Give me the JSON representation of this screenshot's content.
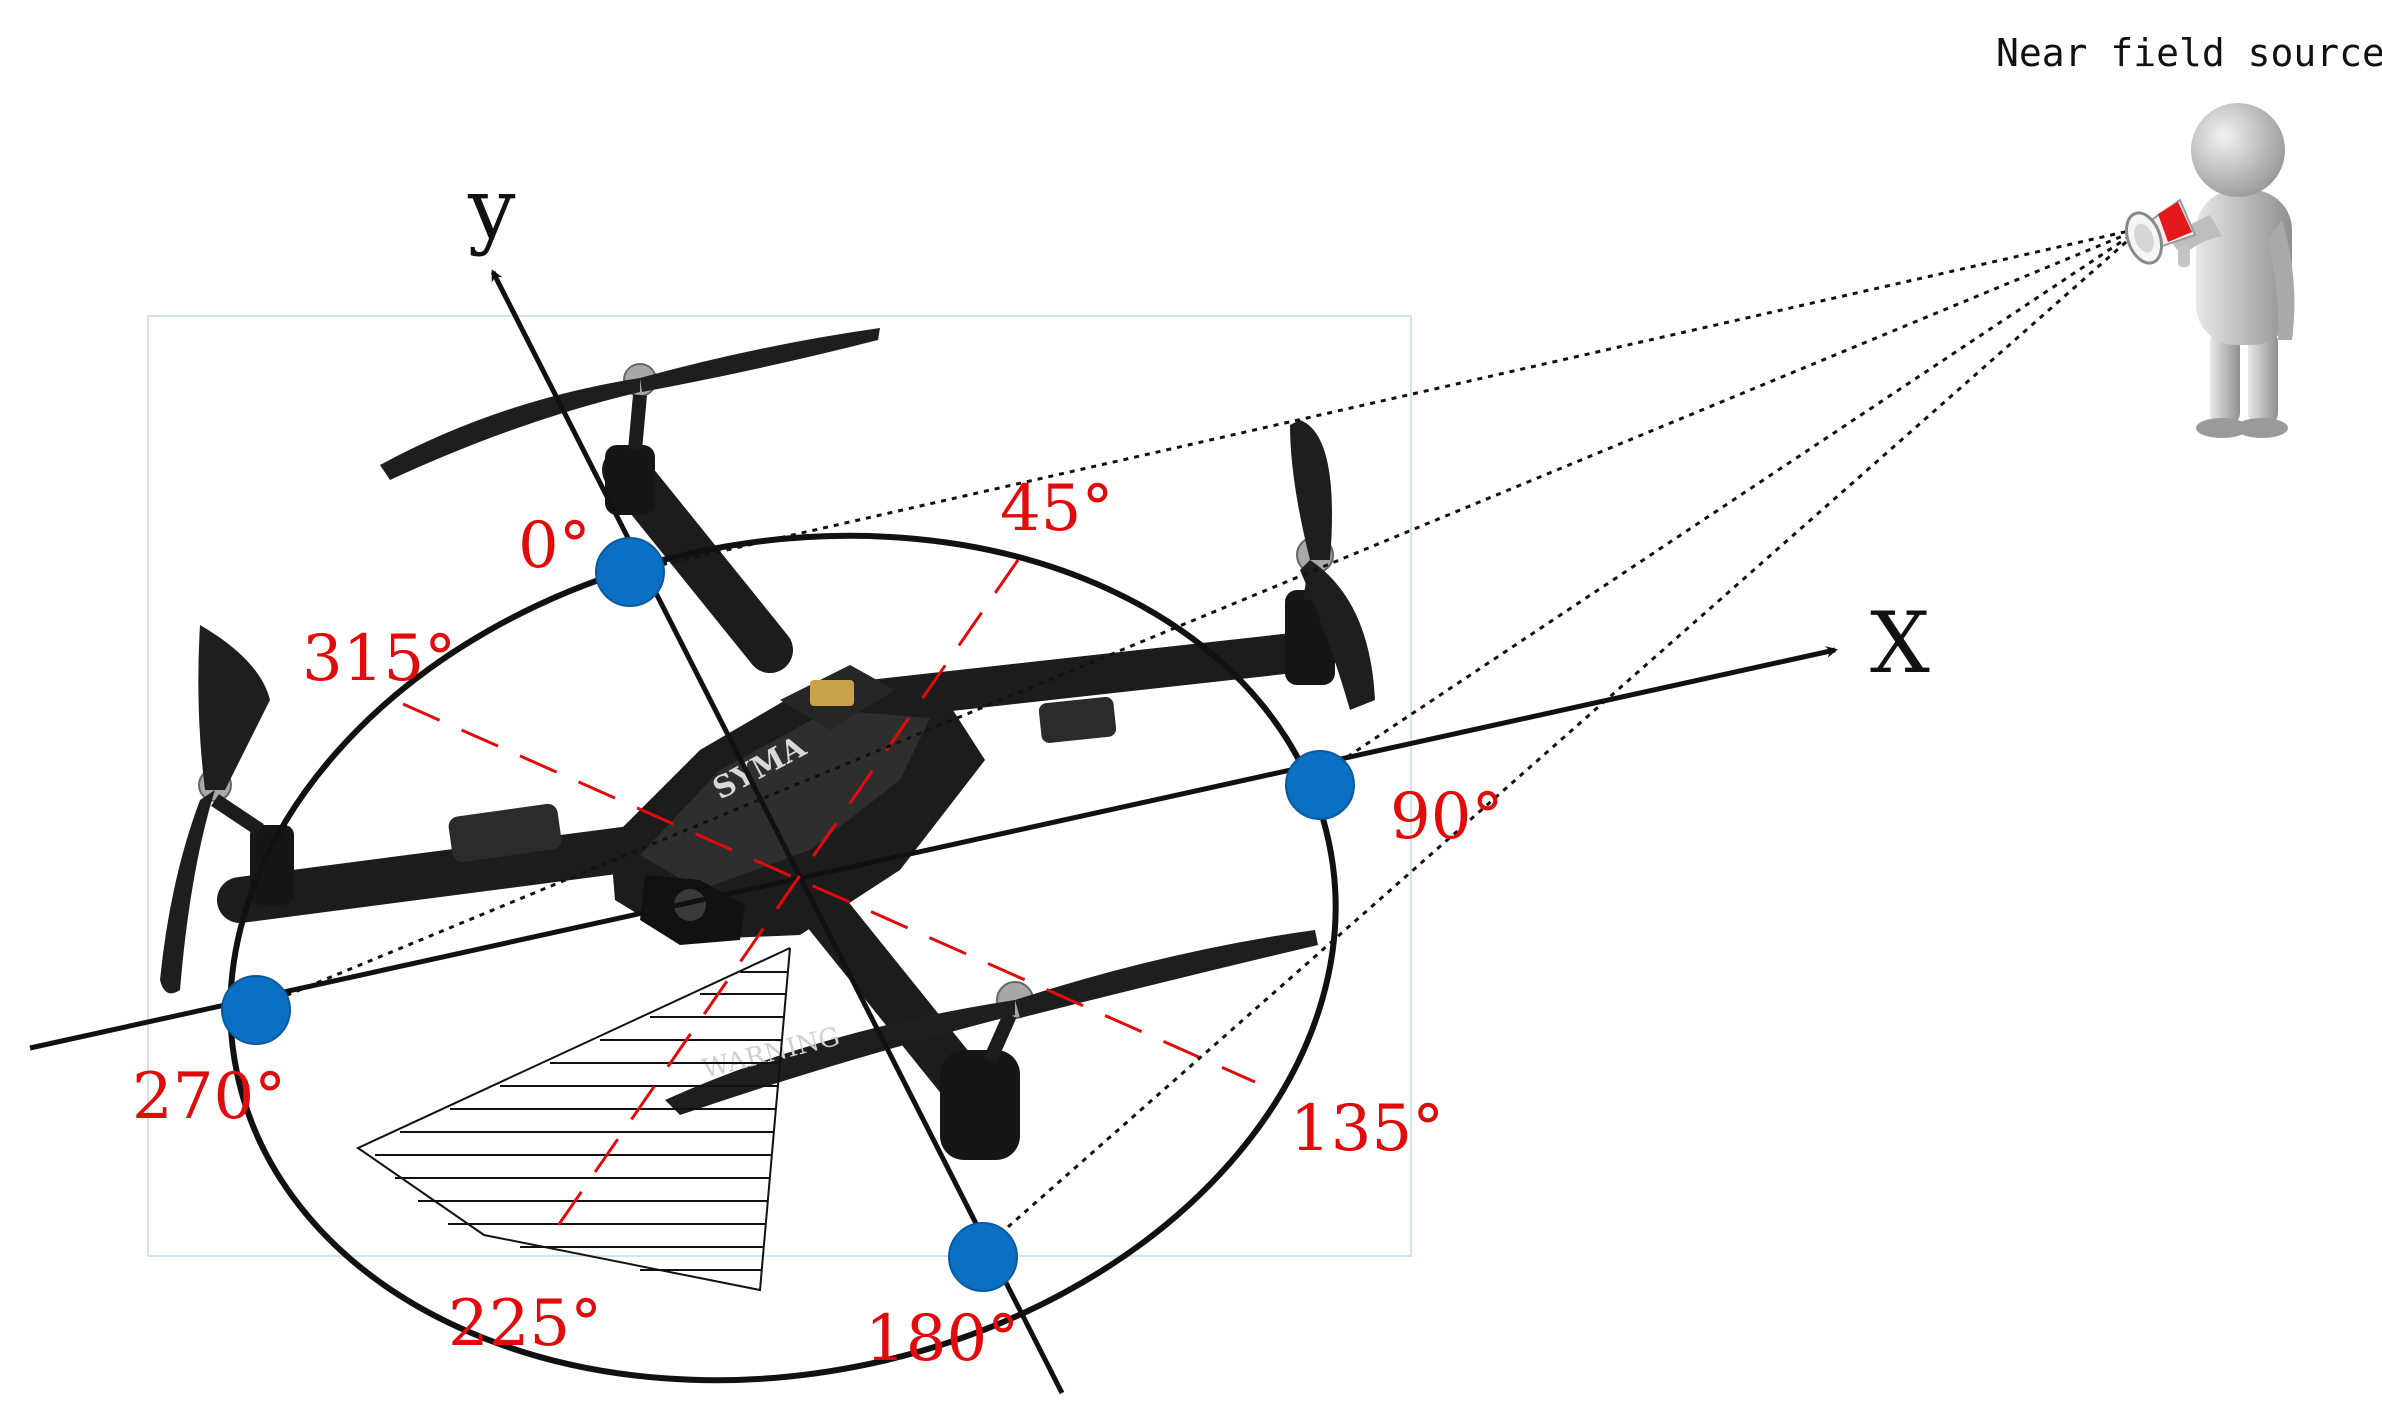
{
  "labels": {
    "source": "Near field source",
    "x_axis": "X",
    "y_axis": "y"
  },
  "angles": [
    "0°",
    "45°",
    "90°",
    "135°",
    "180°",
    "225°",
    "270°",
    "315°"
  ],
  "drone_text": {
    "brand": "SYMA",
    "warning": "WARNING"
  },
  "colors": {
    "angle_label": "#e10b0b",
    "dashed_line": "#e10b0b",
    "microphone_marker": "#0b6fc4",
    "axis": "#111111",
    "drone_body": "#1c1c1c",
    "megaphone_red": "#e3181d"
  },
  "icons": [
    "drone-image",
    "person-with-megaphone-icon",
    "microphone-marker-icon"
  ]
}
